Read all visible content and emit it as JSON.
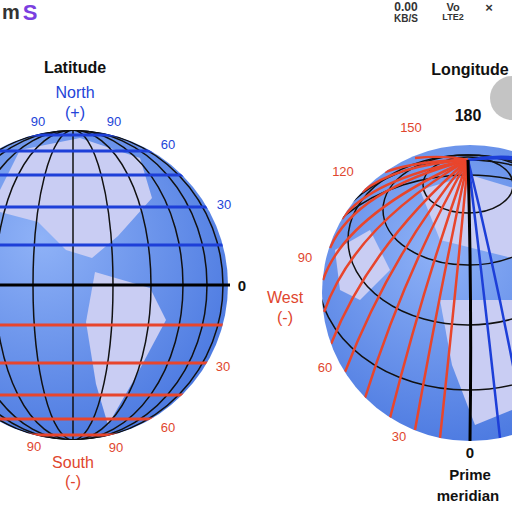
{
  "diagram": {
    "labels": [
      "m",
      "S",
      "0.00",
      "KB/S",
      "Vo",
      "LTE2",
      "×",
      "Latitude",
      "North",
      "(+)",
      "90",
      "90",
      "60",
      "30",
      "0",
      "30",
      "60",
      "90",
      "90",
      "South",
      "(-)",
      "Longitude",
      "180",
      "150",
      "120",
      "90",
      "West",
      "(-)",
      "60",
      "30",
      "0",
      "Prime",
      "meridian"
    ]
  }
}
